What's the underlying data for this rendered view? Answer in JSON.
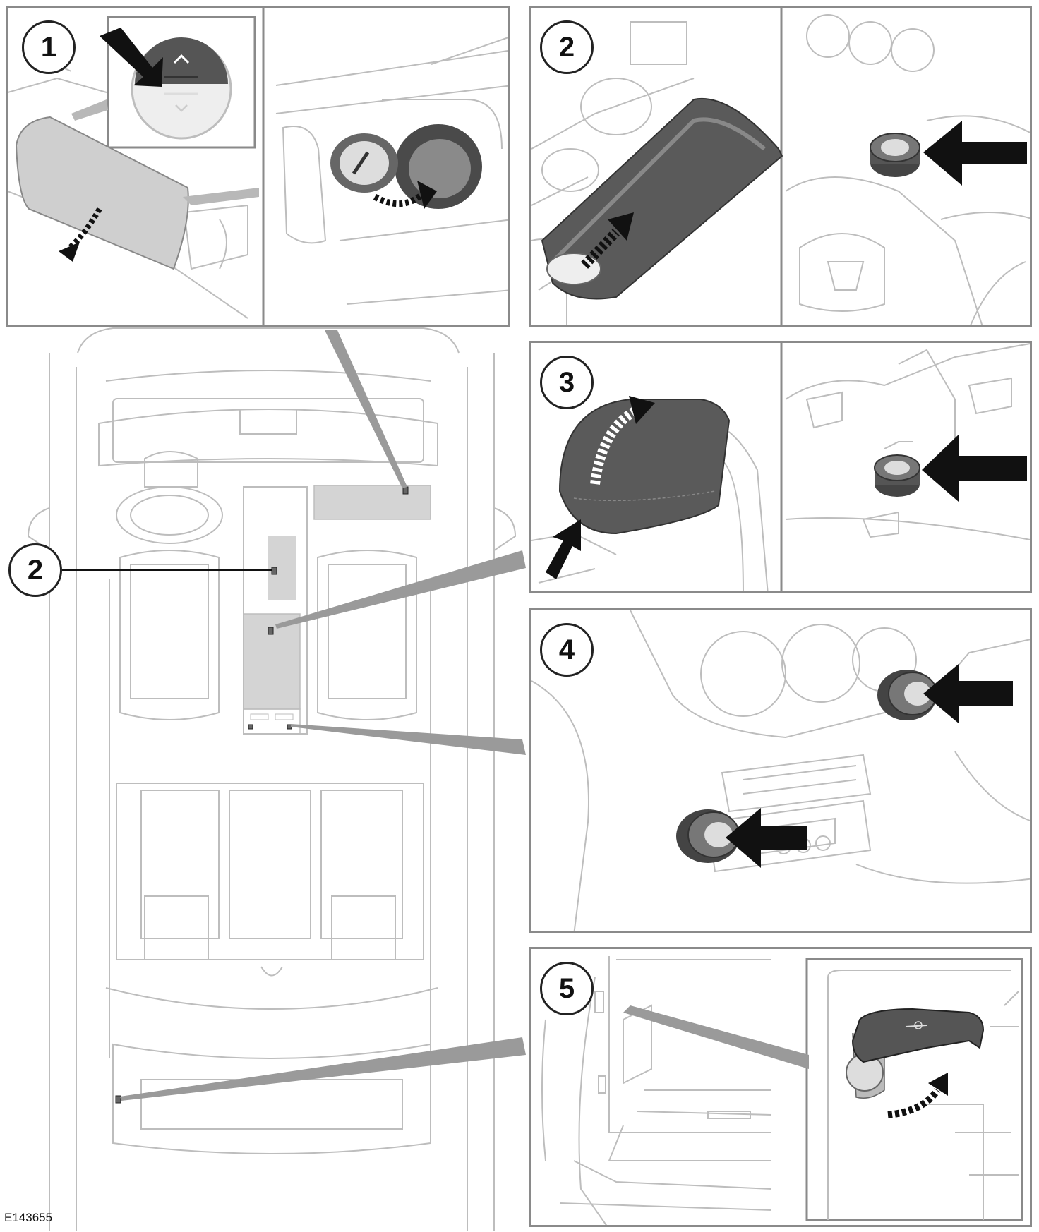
{
  "figure": {
    "code": "E143655"
  },
  "callouts": {
    "c1": "1",
    "c2": "2",
    "c2_car": "2",
    "c3": "3",
    "c4": "4",
    "c5": "5"
  },
  "colors": {
    "line": "#bdbdbd",
    "frame": "#8a8a8a",
    "highlight": "#d4d4d4",
    "leader": "#9a9a9a",
    "dark_part": "#555555",
    "arrow": "#111111"
  }
}
